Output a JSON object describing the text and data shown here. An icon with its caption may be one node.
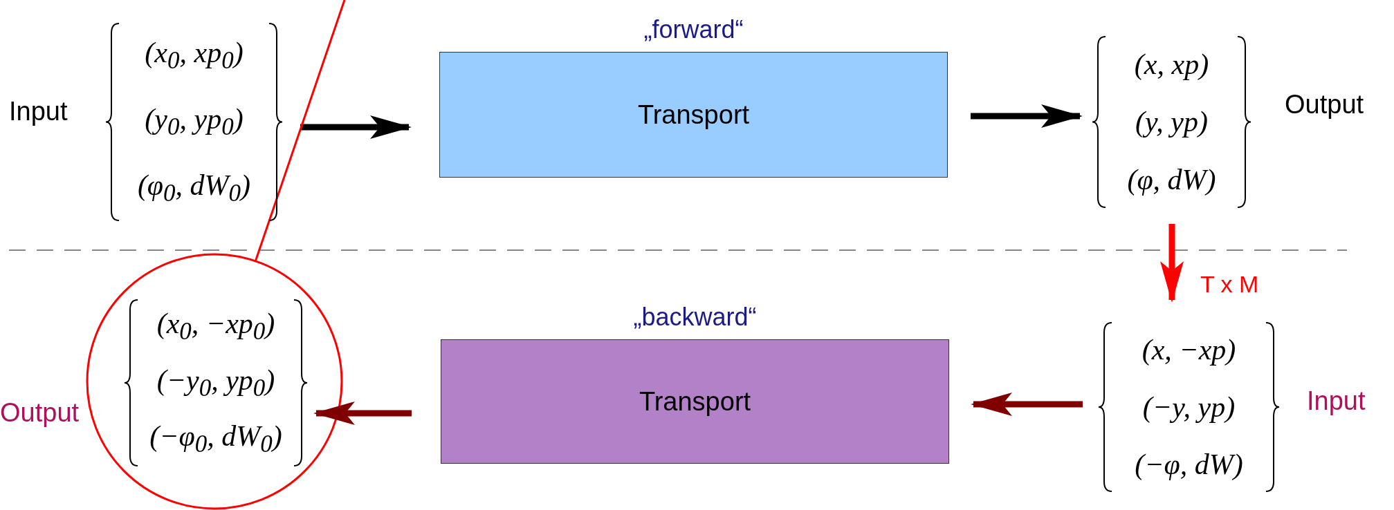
{
  "diagram": {
    "nodes": [
      {
        "text": [
          "(x$_{0}$, xp$_{0}$)",
          "(y$_{0}$, yp$_{0}$)",
          "(φ$_{0}$, dW$_{0}$)"
        ],
        "beside": [
          "Input"
        ]
      },
      {
        "text": [
          "„forward“",
          "Transport"
        ]
      },
      {
        "text": [
          "(x, xp)",
          "(y, yp)",
          "(φ, dW)"
        ],
        "beside": [
          "Output"
        ]
      },
      {
        "text": [
          "(x, −xp)",
          "(−y, yp)",
          "(−φ, dW)"
        ],
        "beside": [
          "Input"
        ]
      },
      {
        "text": [
          "„backward“",
          "Transport"
        ]
      },
      {
        "text": [],
        "shape": "circle"
      },
      {
        "text": [
          "(x$_{0}$, −xp$_{0}$)",
          "(−y$_{0}$, yp$_{0}$)",
          "(−φ$_{0}$, dW$_{0}$)"
        ],
        "beside": [
          "Output"
        ],
        "in": 5
      }
    ],
    "edges": [
      {
        "from": 0,
        "to": 1,
        "arrow": "to"
      },
      {
        "from": 1,
        "to": 2,
        "arrow": "to"
      },
      {
        "from": 2,
        "to": 3,
        "arrow": "to",
        "label": "T x M",
        "color": "#ff0000"
      },
      {
        "from": 3,
        "to": 4,
        "arrow": "to",
        "color": "#800000"
      },
      {
        "from": 4,
        "to": 6,
        "arrow": "to",
        "color": "#800000"
      },
      {
        "from": 5,
        "to": null,
        "arrow": "none",
        "color": "#ff0000"
      }
    ]
  }
}
